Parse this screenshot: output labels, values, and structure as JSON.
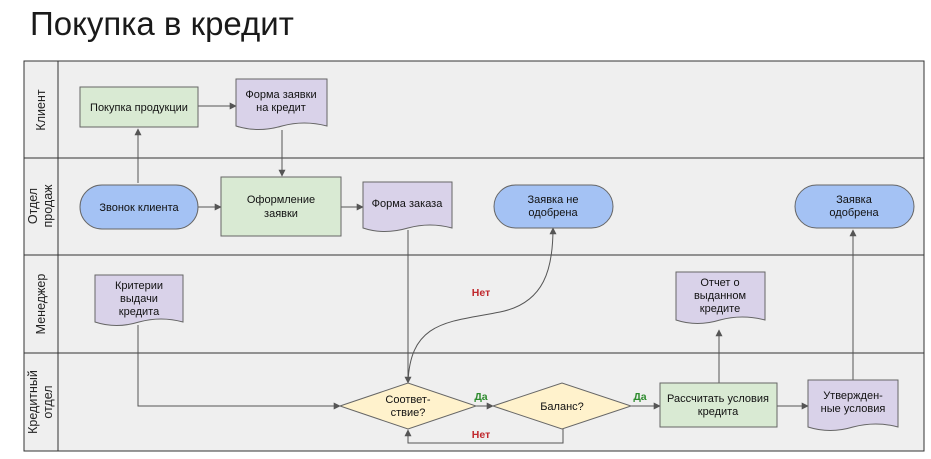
{
  "title": "Покупка в кредит",
  "lanes": [
    {
      "label": "Клиент"
    },
    {
      "label1": "Отдел",
      "label2": "продаж"
    },
    {
      "label": "Менеджер"
    },
    {
      "label1": "Кредитный",
      "label2": "отдел"
    }
  ],
  "nodes": {
    "purchase": "Покупка продукции",
    "app_form_l1": "Форма заявки",
    "app_form_l2": "на кредит",
    "call": "Звонок клиента",
    "processing_l1": "Оформление",
    "processing_l2": "заявки",
    "order_form": "Форма заказа",
    "not_approved_l1": "Заявка не",
    "not_approved_l2": "одобрена",
    "approved_l1": "Заявка",
    "approved_l2": "одобрена",
    "criteria_l1": "Критерии",
    "criteria_l2": "выдачи",
    "criteria_l3": "кредита",
    "report_l1": "Отчет о",
    "report_l2": "выданном",
    "report_l3": "кредите",
    "match_l1": "Соответ-",
    "match_l2": "ствие?",
    "balance": "Баланс?",
    "calc_l1": "Рассчитать условия",
    "calc_l2": "кредита",
    "terms_l1": "Утвержден-",
    "terms_l2": "ные условия"
  },
  "edges": {
    "yes1": "Да",
    "yes2": "Да",
    "no1": "Нет",
    "no2": "Нет"
  },
  "colors": {
    "process_fill": "#d9ead3",
    "document_fill": "#d9d2e9",
    "terminal_fill": "#a4c2f4",
    "decision_fill": "#fff2cc",
    "lane_fill": "#efefef",
    "yes_color": "#2e8b2e",
    "no_color": "#c0282d"
  }
}
